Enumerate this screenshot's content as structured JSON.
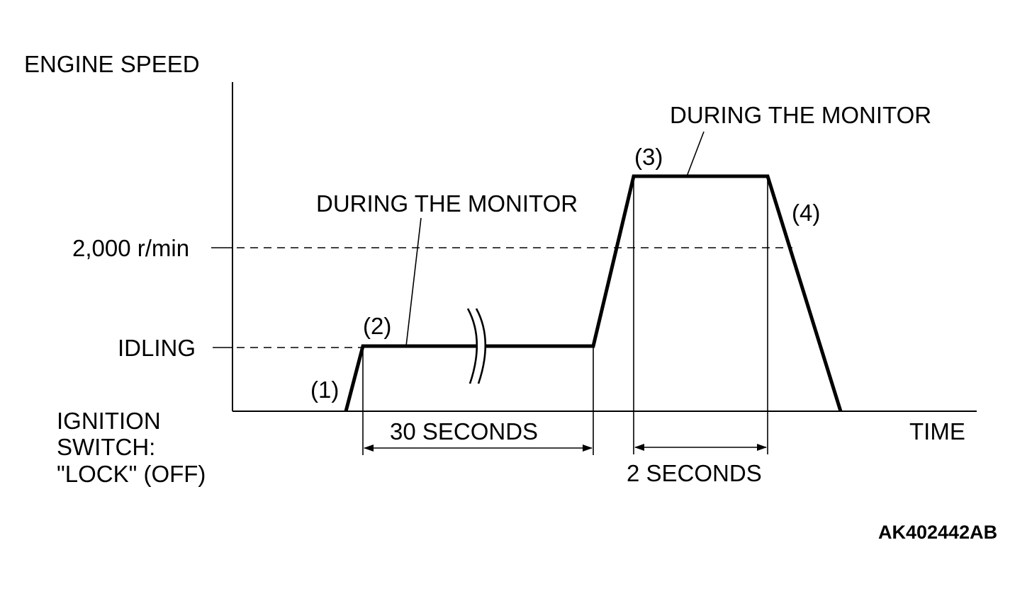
{
  "labels": {
    "y_axis": "ENGINE SPEED",
    "x_axis": "TIME",
    "level_2000": "2,000 r/min",
    "level_idling": "IDLING",
    "ignition_line1": "IGNITION",
    "ignition_line2": "SWITCH:",
    "ignition_line3": "\"LOCK\" (OFF)",
    "step_1": "(1)",
    "step_2": "(2)",
    "step_3": "(3)",
    "step_4": "(4)",
    "monitor_low": "DURING THE MONITOR",
    "monitor_high": "DURING THE MONITOR",
    "duration_30": "30 SECONDS",
    "duration_2": "2 SECONDS",
    "figure_code": "AK402442AB"
  },
  "colors": {
    "ink": "#000000",
    "background": "#ffffff"
  }
}
